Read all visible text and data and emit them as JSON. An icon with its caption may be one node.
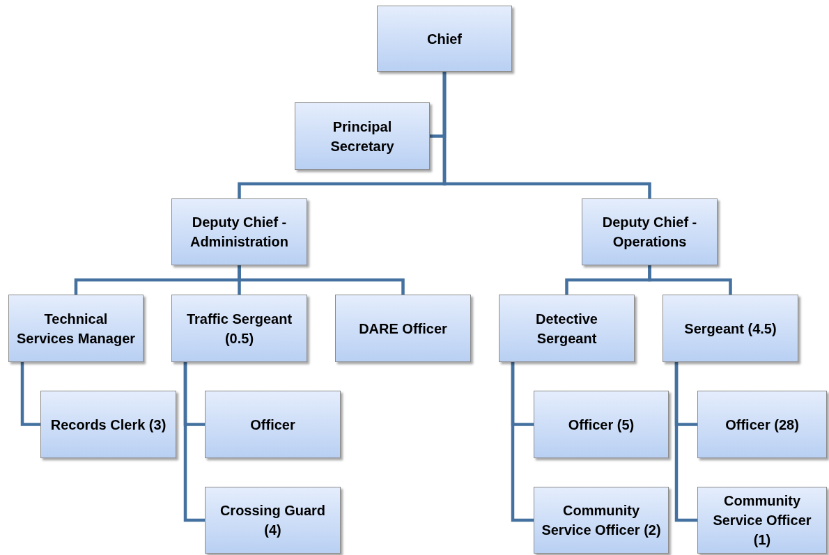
{
  "diagram": {
    "nodes": [
      {
        "text": [
          "Chief"
        ]
      },
      {
        "text": [
          "Principal Secretary"
        ]
      },
      {
        "text": [
          "Deputy Chief - Administration"
        ]
      },
      {
        "text": [
          "Deputy Chief - Operations"
        ]
      },
      {
        "text": [
          "Technical Services Manager"
        ]
      },
      {
        "text": [
          "Traffic Sergeant (0.5)"
        ]
      },
      {
        "text": [
          "DARE Officer"
        ]
      },
      {
        "text": [
          "Detective Sergeant"
        ]
      },
      {
        "text": [
          "Sergeant (4.5)"
        ]
      },
      {
        "text": [
          "Records Clerk (3)"
        ]
      },
      {
        "text": [
          "Officer"
        ]
      },
      {
        "text": [
          "Crossing Guard (4)"
        ]
      },
      {
        "text": [
          "Officer (5)"
        ]
      },
      {
        "text": [
          "Community Service Officer (2)"
        ]
      },
      {
        "text": [
          "Officer (28)"
        ]
      },
      {
        "text": [
          "Community Service Officer (1)"
        ]
      }
    ],
    "edges": [
      {
        "from": 0,
        "to": 1,
        "arrow": "none"
      },
      {
        "from": 0,
        "to": 2,
        "arrow": "none"
      },
      {
        "from": 0,
        "to": 3,
        "arrow": "none"
      },
      {
        "from": 2,
        "to": 4,
        "arrow": "none"
      },
      {
        "from": 2,
        "to": 5,
        "arrow": "none"
      },
      {
        "from": 2,
        "to": 6,
        "arrow": "none"
      },
      {
        "from": 3,
        "to": 7,
        "arrow": "none"
      },
      {
        "from": 3,
        "to": 8,
        "arrow": "none"
      },
      {
        "from": 4,
        "to": 9,
        "arrow": "none"
      },
      {
        "from": 5,
        "to": 10,
        "arrow": "none"
      },
      {
        "from": 5,
        "to": 11,
        "arrow": "none"
      },
      {
        "from": 7,
        "to": 12,
        "arrow": "none"
      },
      {
        "from": 7,
        "to": 13,
        "arrow": "none"
      },
      {
        "from": 8,
        "to": 14,
        "arrow": "none"
      },
      {
        "from": 8,
        "to": 15,
        "arrow": "none"
      }
    ]
  }
}
